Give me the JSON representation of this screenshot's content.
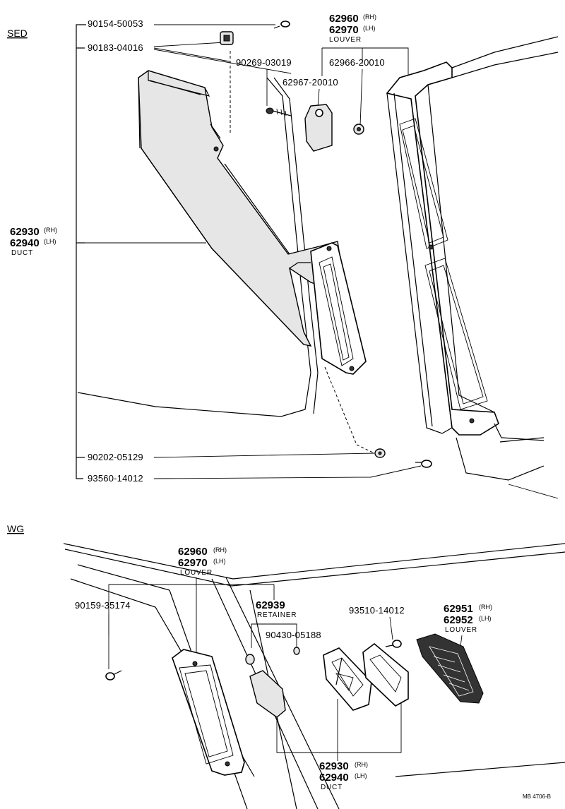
{
  "sections": {
    "sed": {
      "title": "SED",
      "labels": {
        "p90154": "90154-50053",
        "p90183": "90183-04016",
        "p90269": "90269-03019",
        "p62967": "62967-20010",
        "p62966": "62966-20010",
        "louver_rh": "62960",
        "louver_lh": "62970",
        "louver_rh_tag": "(RH)",
        "louver_lh_tag": "(LH)",
        "louver_caption": "LOUVER",
        "duct_rh": "62930",
        "duct_lh": "62940",
        "duct_rh_tag": "(RH)",
        "duct_lh_tag": "(LH)",
        "duct_caption": "DUCT",
        "p90202": "90202-05129",
        "p93560": "93560-14012"
      }
    },
    "wg": {
      "title": "WG",
      "labels": {
        "louver_rh": "62960",
        "louver_lh": "62970",
        "louver_rh_tag": "(RH)",
        "louver_lh_tag": "(LH)",
        "louver_caption": "LOUVER",
        "p90159": "90159-35174",
        "retainer_no": "62939",
        "retainer_caption": "RETAINER",
        "p90430": "90430-05188",
        "p93510": "93510-14012",
        "louver2_rh": "62951",
        "louver2_lh": "62952",
        "louver2_rh_tag": "(RH)",
        "louver2_lh_tag": "(LH)",
        "louver2_caption": "LOUVER",
        "duct_rh": "62930",
        "duct_lh": "62940",
        "duct_rh_tag": "(RH)",
        "duct_lh_tag": "(LH)",
        "duct_caption": "DUCT"
      }
    }
  },
  "drawing_ref": "MB 4706-B"
}
